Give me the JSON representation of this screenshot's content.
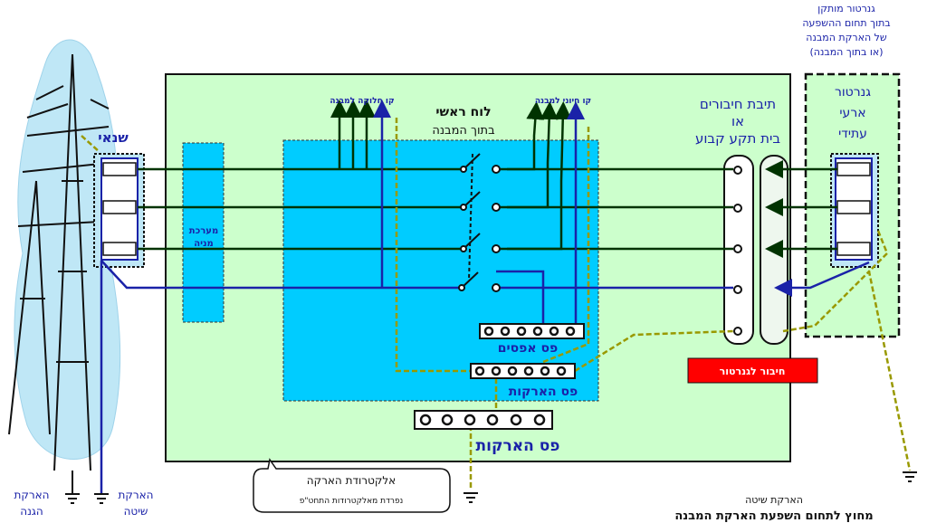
{
  "labels": {
    "mains": "שנאי",
    "metering": [
      "מערכת",
      "מניה"
    ],
    "main_panel": [
      "לוח ראשי",
      "בתוך המבנה"
    ],
    "distribution_line": "קו חלוקה למבנה",
    "essential_line": "קו חיוני למבנה",
    "junction_box": [
      "תיבת חיבורים",
      "או",
      "בית תקע קבוע"
    ],
    "future_generator": [
      "גנרטור",
      "ארעי",
      "עתידי"
    ],
    "installed_generator": [
      "גנרטור מותקן",
      "בתוך תחום ההשפעה",
      "של הארקת המבנה",
      "(או בתוך המבנה)"
    ],
    "neutral_bar": "פס אפסים",
    "ground_bar_inner": "פס הארקות",
    "ground_bar_main": "פס הארקות",
    "generator_connection": "חיבור לגנרטור",
    "electrode": [
      "אלקטרודת הארקה",
      "נפרדת מאלקטרודות התחט\"פ"
    ],
    "protective_ground": [
      "הארקת",
      "הגנה"
    ],
    "system_ground_left": [
      "הארקת",
      "שיטה"
    ],
    "system_ground_right": [
      "הארקת שיטה",
      "מחוץ לתחום השפעת הארקת המבנה"
    ]
  },
  "colors": {
    "building": "#ccffcc",
    "panel": "#00ccff",
    "phase_line": "#003300",
    "neutral_line": "#1a22a8",
    "ground_line": "#999900",
    "text": "#1a22a8",
    "generator_button": "#ff0000"
  },
  "icons": [
    "transmission-tower-icon",
    "switch-icon",
    "ground-symbol-icon"
  ]
}
